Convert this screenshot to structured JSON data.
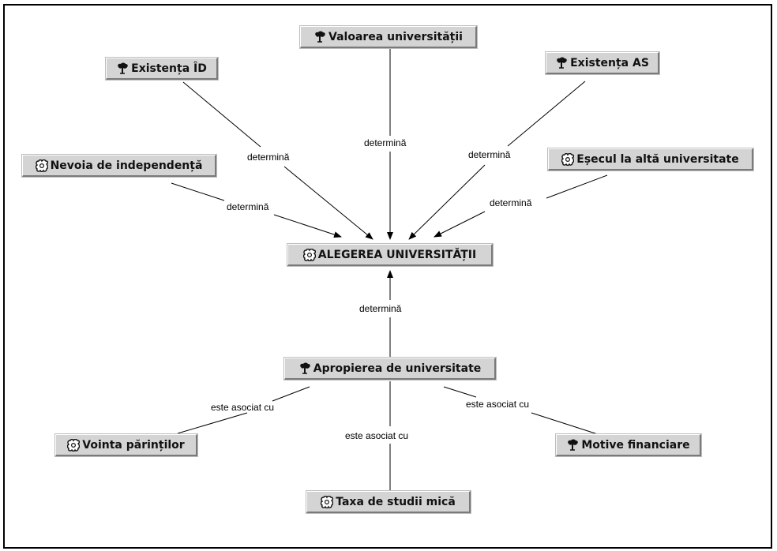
{
  "nodes": {
    "center": {
      "label": "ALEGEREA UNIVERSITĂȚII",
      "icon": "concept-icon"
    },
    "valoarea": {
      "label": "Valoarea universității",
      "icon": "tree-icon"
    },
    "existenta_id": {
      "label": "Existența ÎD",
      "icon": "tree-icon"
    },
    "existenta_as": {
      "label": "Existența AS",
      "icon": "tree-icon"
    },
    "nevoia": {
      "label": "Nevoia de independență",
      "icon": "concept-icon"
    },
    "esecul": {
      "label": "Eșecul la altă universitate",
      "icon": "concept-icon"
    },
    "apropierea": {
      "label": "Apropierea de universitate",
      "icon": "tree-icon"
    },
    "vointa": {
      "label": "Vointa părinților",
      "icon": "concept-icon"
    },
    "taxa": {
      "label": "Taxa de studii mică",
      "icon": "concept-icon"
    },
    "motive": {
      "label": "Motive financiare",
      "icon": "tree-icon"
    }
  },
  "edges": {
    "determina": "determină",
    "asociat": "este asociat cu"
  },
  "colors": {
    "node_bg": "#d4d4d4",
    "line": "#000000"
  }
}
